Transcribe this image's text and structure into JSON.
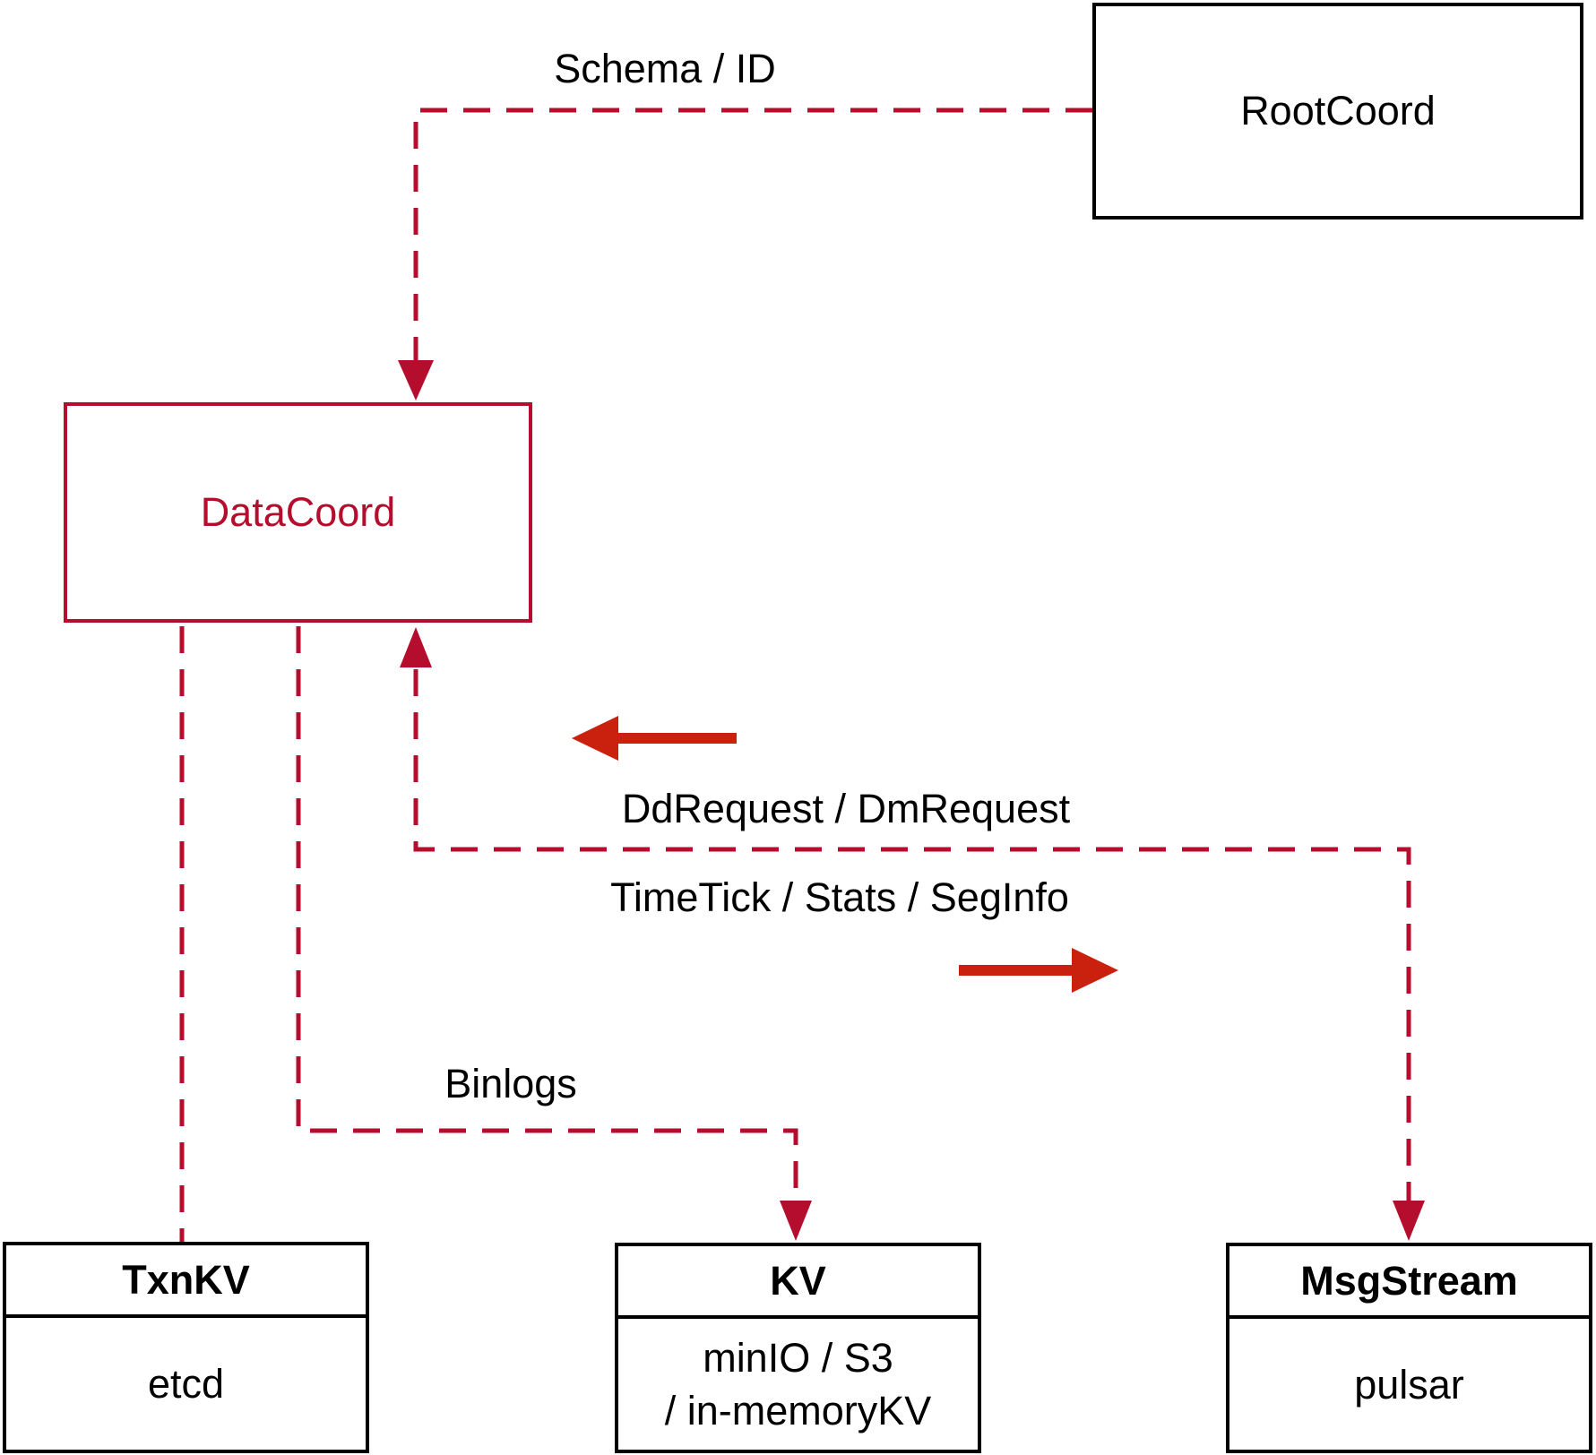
{
  "nodes": {
    "rootcoord": {
      "label": "RootCoord"
    },
    "datacoord": {
      "label": "DataCoord"
    },
    "txnkv": {
      "header": "TxnKV",
      "body": "etcd"
    },
    "kv": {
      "header": "KV",
      "body_line1": "minIO / S3",
      "body_line2": "/ in-memoryKV"
    },
    "msgstream": {
      "header": "MsgStream",
      "body": "pulsar"
    }
  },
  "edge_labels": {
    "schema_id": "Schema / ID",
    "dd_dm_request": "DdRequest / DmRequest",
    "timetick_stats_seginfo": "TimeTick / Stats / SegInfo",
    "binlogs": "Binlogs"
  },
  "colors": {
    "crimson": "#b50d2e",
    "arrow_red": "#c9210e",
    "black": "#000000"
  }
}
